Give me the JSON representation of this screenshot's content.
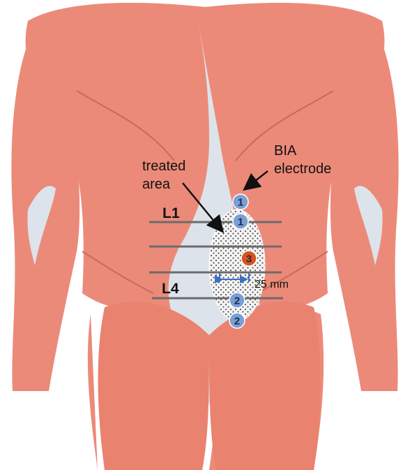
{
  "labels": {
    "treated_line1": "treated",
    "treated_line2": "area",
    "bia_line1": "BIA",
    "bia_line2": "electrode",
    "level_top": "L1",
    "level_bottom": "L4",
    "distance": "25 mm"
  },
  "electrodes": {
    "upper_outer": "1",
    "upper_inner": "1",
    "stimulation": "3",
    "lower_inner": "2",
    "lower_outer": "2"
  },
  "colors": {
    "muscle": "#ec8a79",
    "muscle_dark": "#c9695a",
    "tendon": "#dde3ea",
    "electrode_bia": "#7a9fd6",
    "electrode_stim": "#d9531e",
    "measure": "#3a6fc4",
    "level_line": "#6b6b6b"
  }
}
